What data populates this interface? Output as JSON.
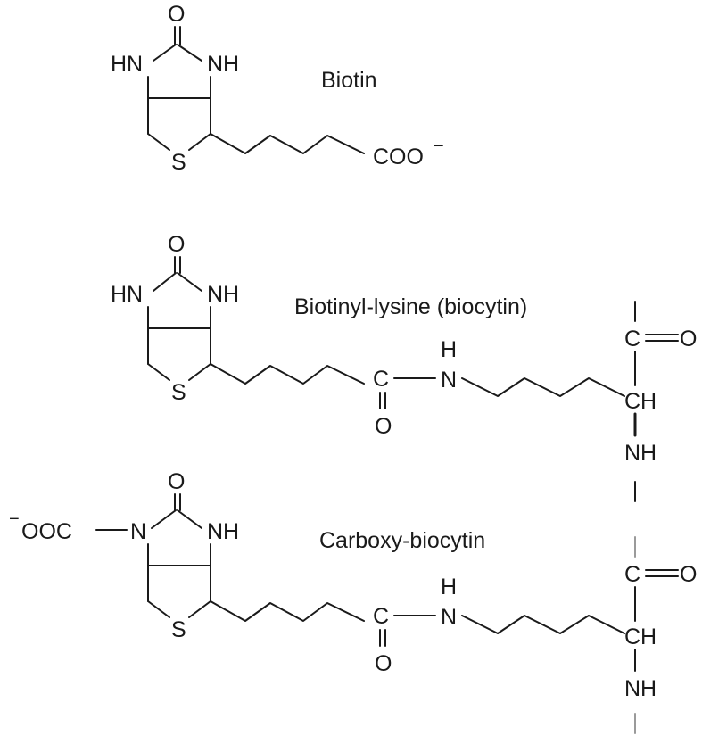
{
  "names": {
    "biotin": "Biotin",
    "biocytin": "Biotinyl-lysine (biocytin)",
    "carboxy": "Carboxy-biocytin"
  },
  "atoms": {
    "o": "O",
    "hn": "HN",
    "nh": "NH",
    "s": "S",
    "coo": "COO",
    "minus": "−",
    "c": "C",
    "h": "H",
    "n": "N",
    "ch": "CH",
    "ooc": "OOC"
  }
}
